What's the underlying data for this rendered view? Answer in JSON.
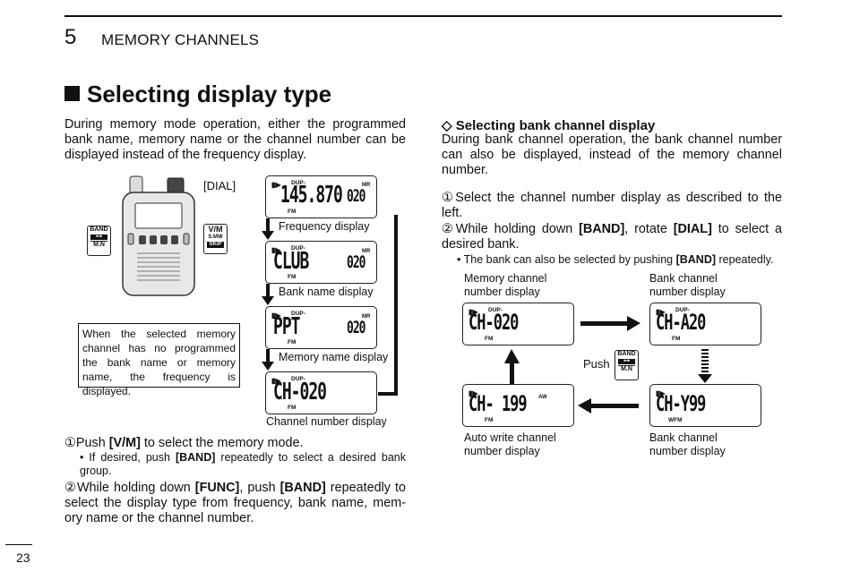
{
  "header": {
    "chapter_number": "5",
    "chapter_title": "MEMORY CHANNELS"
  },
  "title": "Selecting display type",
  "left": {
    "intro": "During memory mode operation, either the programmed bank name, memory name or the channel number can be displayed instead of the frequency display.",
    "dial_label": "[DIAL]",
    "keys": {
      "band": "BAND",
      "mn": "M.N",
      "vm": "V/M",
      "smw": "S.MW",
      "skip": "SKIP"
    },
    "displays": [
      {
        "main": "145.870",
        "num": "020",
        "caption": "Frequency display"
      },
      {
        "main": "CLUB",
        "num": "020",
        "caption": "Bank name display"
      },
      {
        "main": "PPT",
        "num": "020",
        "caption": "Memory name display"
      },
      {
        "main": "CH-020",
        "num": "",
        "caption": "Channel number display"
      }
    ],
    "lcd_tags": {
      "dup": "DUP-",
      "fm": "FM",
      "mr": "MR"
    },
    "note": "When the selected memory channel has no programmed the bank name or memory name, the frequency is displayed.",
    "step1_num": "①",
    "step1_a": "Push ",
    "step1_b": "[V/M]",
    "step1_c": " to select the memory mode.",
    "bullet1_a": "If desired, push ",
    "bullet1_b": "[BAND]",
    "bullet1_c": " repeatedly to select a desired bank group.",
    "step2_num": "②",
    "step2_a": "While holding down ",
    "step2_b": "[FUNC]",
    "step2_c": ", push ",
    "step2_d": "[BAND]",
    "step2_e": " repeatedly to select the display type from frequency, bank name, mem-ory name or the channel number."
  },
  "right": {
    "heading": "Selecting bank channel display",
    "intro": "During bank channel operation, the bank channel number can also be displayed, instead of the memory channel number.",
    "step1_num": "①",
    "step1": "Select the channel number display as described to the left.",
    "step2_num": "②",
    "step2_a": "While holding down ",
    "step2_b": "[BAND]",
    "step2_c": ", rotate ",
    "step2_d": "[DIAL]",
    "step2_e": " to select a desired bank.",
    "bullet_a": "The bank can also be selected by pushing ",
    "bullet_b": "[BAND]",
    "bullet_c": " repeatedly.",
    "labels": {
      "memory_channel": "Memory channel number display",
      "bank_channel": "Bank channel number display",
      "auto_write": "Auto write channel number display",
      "bank_channel_2": "Bank channel number display",
      "push": "Push"
    },
    "displays": {
      "mem": "CH-020",
      "bank": "CH-A20",
      "auto": "CH- 199",
      "bank2": "CH-Y99",
      "aw": "AW",
      "wfm": "WFM"
    }
  },
  "page_number": "23"
}
